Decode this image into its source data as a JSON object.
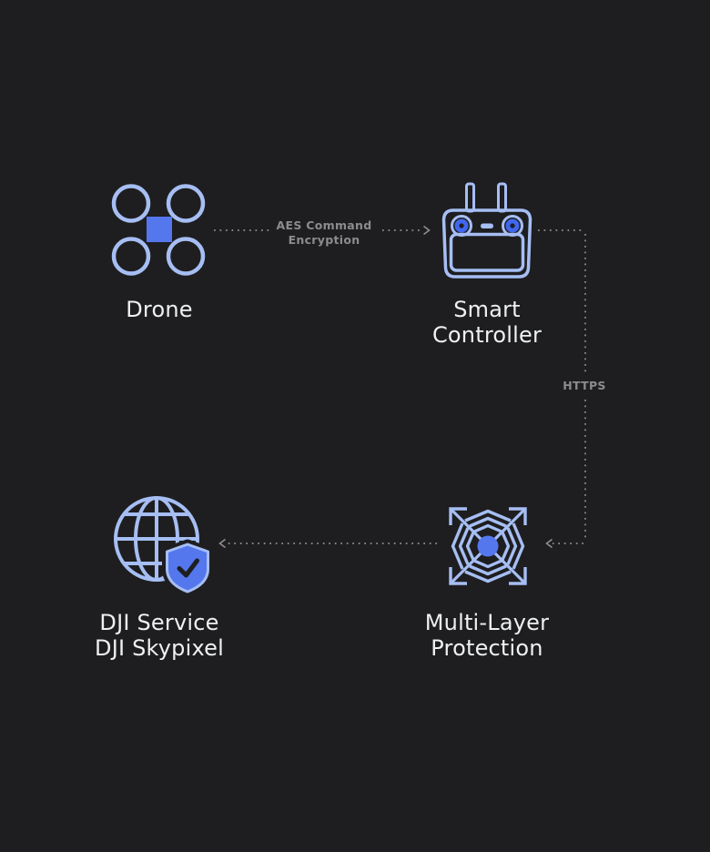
{
  "colors": {
    "background": "#1e1e20",
    "icon_stroke": "#a6bef3",
    "accent_fill": "#5477ed",
    "joystick_fill": "#4067ef",
    "connector": "#929292",
    "label_text": "#eef0f2",
    "connector_label_text": "#8c8c8c"
  },
  "nodes": {
    "drone": {
      "label": "Drone"
    },
    "smart_controller": {
      "line1": "Smart",
      "line2": "Controller"
    },
    "multi_layer_protection": {
      "line1": "Multi-Layer",
      "line2": "Protection"
    },
    "dji_service": {
      "line1": "DJI Service",
      "line2": "DJI Skypixel"
    }
  },
  "connections": {
    "drone_to_controller": {
      "line1": "AES Command",
      "line2": "Encryption"
    },
    "controller_to_protection": {
      "label": "HTTPS"
    }
  }
}
